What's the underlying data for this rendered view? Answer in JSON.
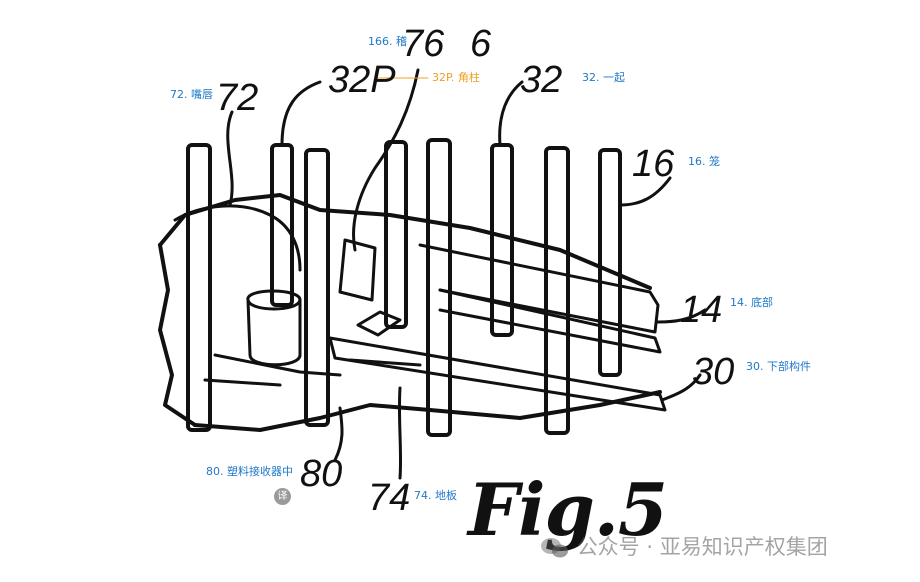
{
  "figure": {
    "title": "Fig.5",
    "numerals": {
      "n76": "76",
      "n6": "6",
      "n32p": "32P",
      "n32": "32",
      "n72": "72",
      "n16": "16",
      "n14": "14",
      "n30": "30",
      "n80": "80",
      "n74": "74"
    }
  },
  "annotations": {
    "a166": "166. 稽",
    "a32p": "32P. 角柱",
    "a32": "32. 一起",
    "a72": "72. 嘴唇",
    "a16": "16. 笼",
    "a14": "14. 底部",
    "a30": "30. 下部构件",
    "a80": "80. 塑料接收器中",
    "a74": "74. 地板"
  },
  "translate_button": "译",
  "watermark": "公众号 · 亚易知识产权集团",
  "colors": {
    "annotation": "#1f78c8",
    "annotation_highlight": "#f0a020",
    "ink": "#111111"
  }
}
